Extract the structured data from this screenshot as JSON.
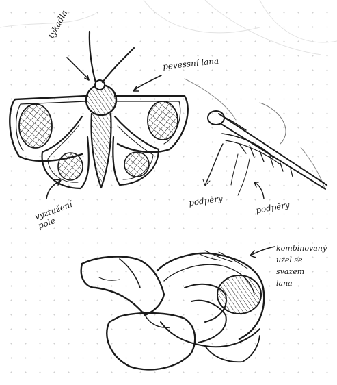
{
  "labels": {
    "antennae": "tykadla",
    "leather_strap": "pevessní lana",
    "wing_membrane": "vyztužení\npole",
    "supports": "podpěry",
    "cables": "podpěry",
    "knot": "kombinovaný\nuzel se\nsvazem\nlana"
  }
}
